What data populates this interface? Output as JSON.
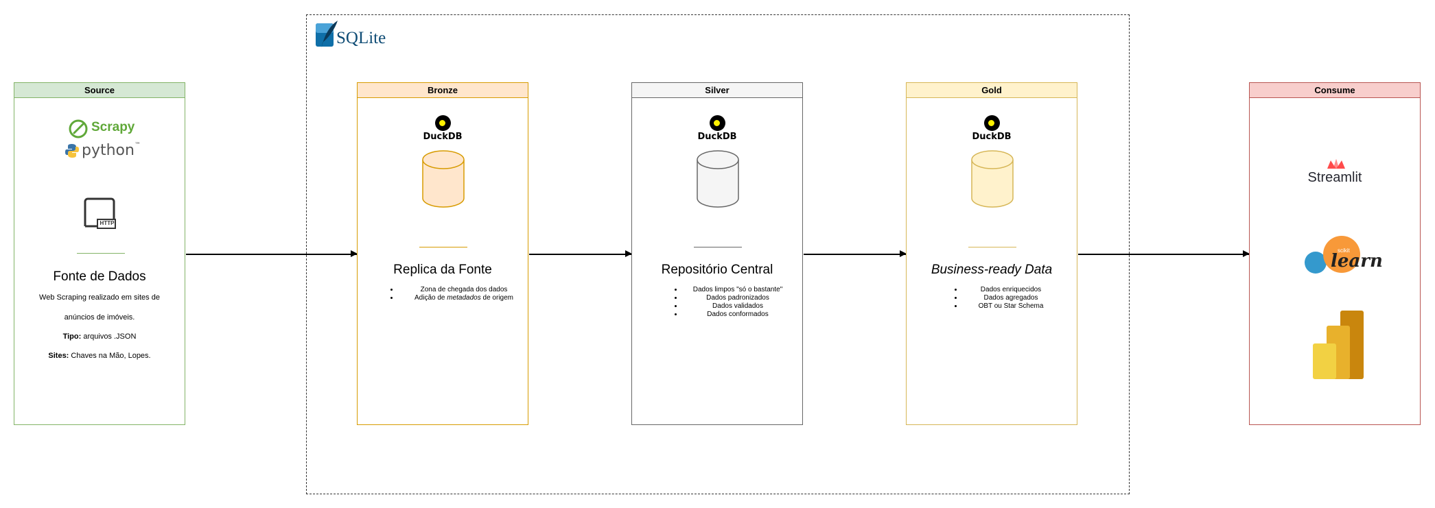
{
  "sqlite_label": "SQLite",
  "source": {
    "header": "Source",
    "scrapy_label": "Scrapy",
    "python_label": "python",
    "python_tm": "™",
    "http_label": "HTTP",
    "title": "Fonte de Dados",
    "desc_line1": "Web Scraping realizado em sites de",
    "desc_line2": "anúncios de imóveis.",
    "tipo_label": "Tipo:",
    "tipo_value": "arquivos .JSON",
    "sites_label": "Sites:",
    "sites_value": "Chaves na Mão, Lopes."
  },
  "bronze": {
    "header": "Bronze",
    "duckdb_label": "DuckDB",
    "title": "Replica da Fonte",
    "bullet1": "Zona de chegada dos dados",
    "bullet2_pre": "Adição de ",
    "bullet2_em": "metadados",
    "bullet2_post": " de origem"
  },
  "silver": {
    "header": "Silver",
    "duckdb_label": "DuckDB",
    "title": "Repositório Central",
    "bullets": [
      "Dados limpos \"só o bastante\"",
      "Dados padronizados",
      "Dados validados",
      "Dados conformados"
    ]
  },
  "gold": {
    "header": "Gold",
    "duckdb_label": "DuckDB",
    "title": "Business-ready Data",
    "bullets": [
      "Dados enriquecidos",
      "Dados agregados",
      "OBT ou Star Schema"
    ]
  },
  "consume": {
    "header": "Consume",
    "streamlit_label": "Streamlit",
    "sklearn_small": "scikit",
    "sklearn_label": "learn"
  },
  "colors": {
    "source_border": "#82b366",
    "source_fill": "#d5e8d4",
    "bronze_border": "#d79b00",
    "bronze_fill": "#ffe6cc",
    "silver_border": "#666666",
    "silver_fill": "#f5f5f5",
    "gold_border": "#d6b656",
    "gold_fill": "#fff2cc",
    "consume_border": "#b85450",
    "consume_fill": "#f8cecc"
  }
}
